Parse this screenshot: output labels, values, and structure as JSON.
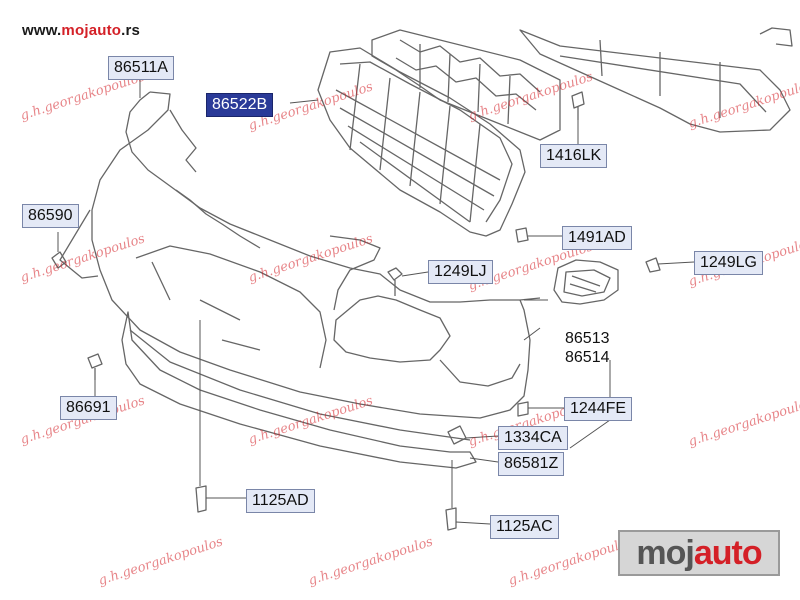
{
  "site": {
    "url_prefix": "www.",
    "url_brand": "mojauto",
    "url_suffix": ".rs"
  },
  "watermark": {
    "text": "g.h.georgakopoulos"
  },
  "logo": {
    "part1": "moj",
    "part2": "auto"
  },
  "colors": {
    "accent": "#d42027",
    "selected_callout": "#2a3a98",
    "callout_bg": "#e4e9f6",
    "line_art": "#666666"
  },
  "callouts": [
    {
      "id": "86511A",
      "label": "86511A"
    },
    {
      "id": "86522B",
      "label": "86522B",
      "selected": true
    },
    {
      "id": "1416LK",
      "label": "1416LK"
    },
    {
      "id": "86590",
      "label": "86590"
    },
    {
      "id": "1491AD",
      "label": "1491AD"
    },
    {
      "id": "1249LJ",
      "label": "1249LJ"
    },
    {
      "id": "1249LG",
      "label": "1249LG"
    },
    {
      "id": "86513",
      "label": "86513"
    },
    {
      "id": "86514",
      "label": "86514"
    },
    {
      "id": "86691",
      "label": "86691"
    },
    {
      "id": "1244FE",
      "label": "1244FE"
    },
    {
      "id": "1334CA",
      "label": "1334CA"
    },
    {
      "id": "86581Z",
      "label": "86581Z"
    },
    {
      "id": "1125AD",
      "label": "1125AD"
    },
    {
      "id": "1125AC",
      "label": "1125AC"
    }
  ]
}
